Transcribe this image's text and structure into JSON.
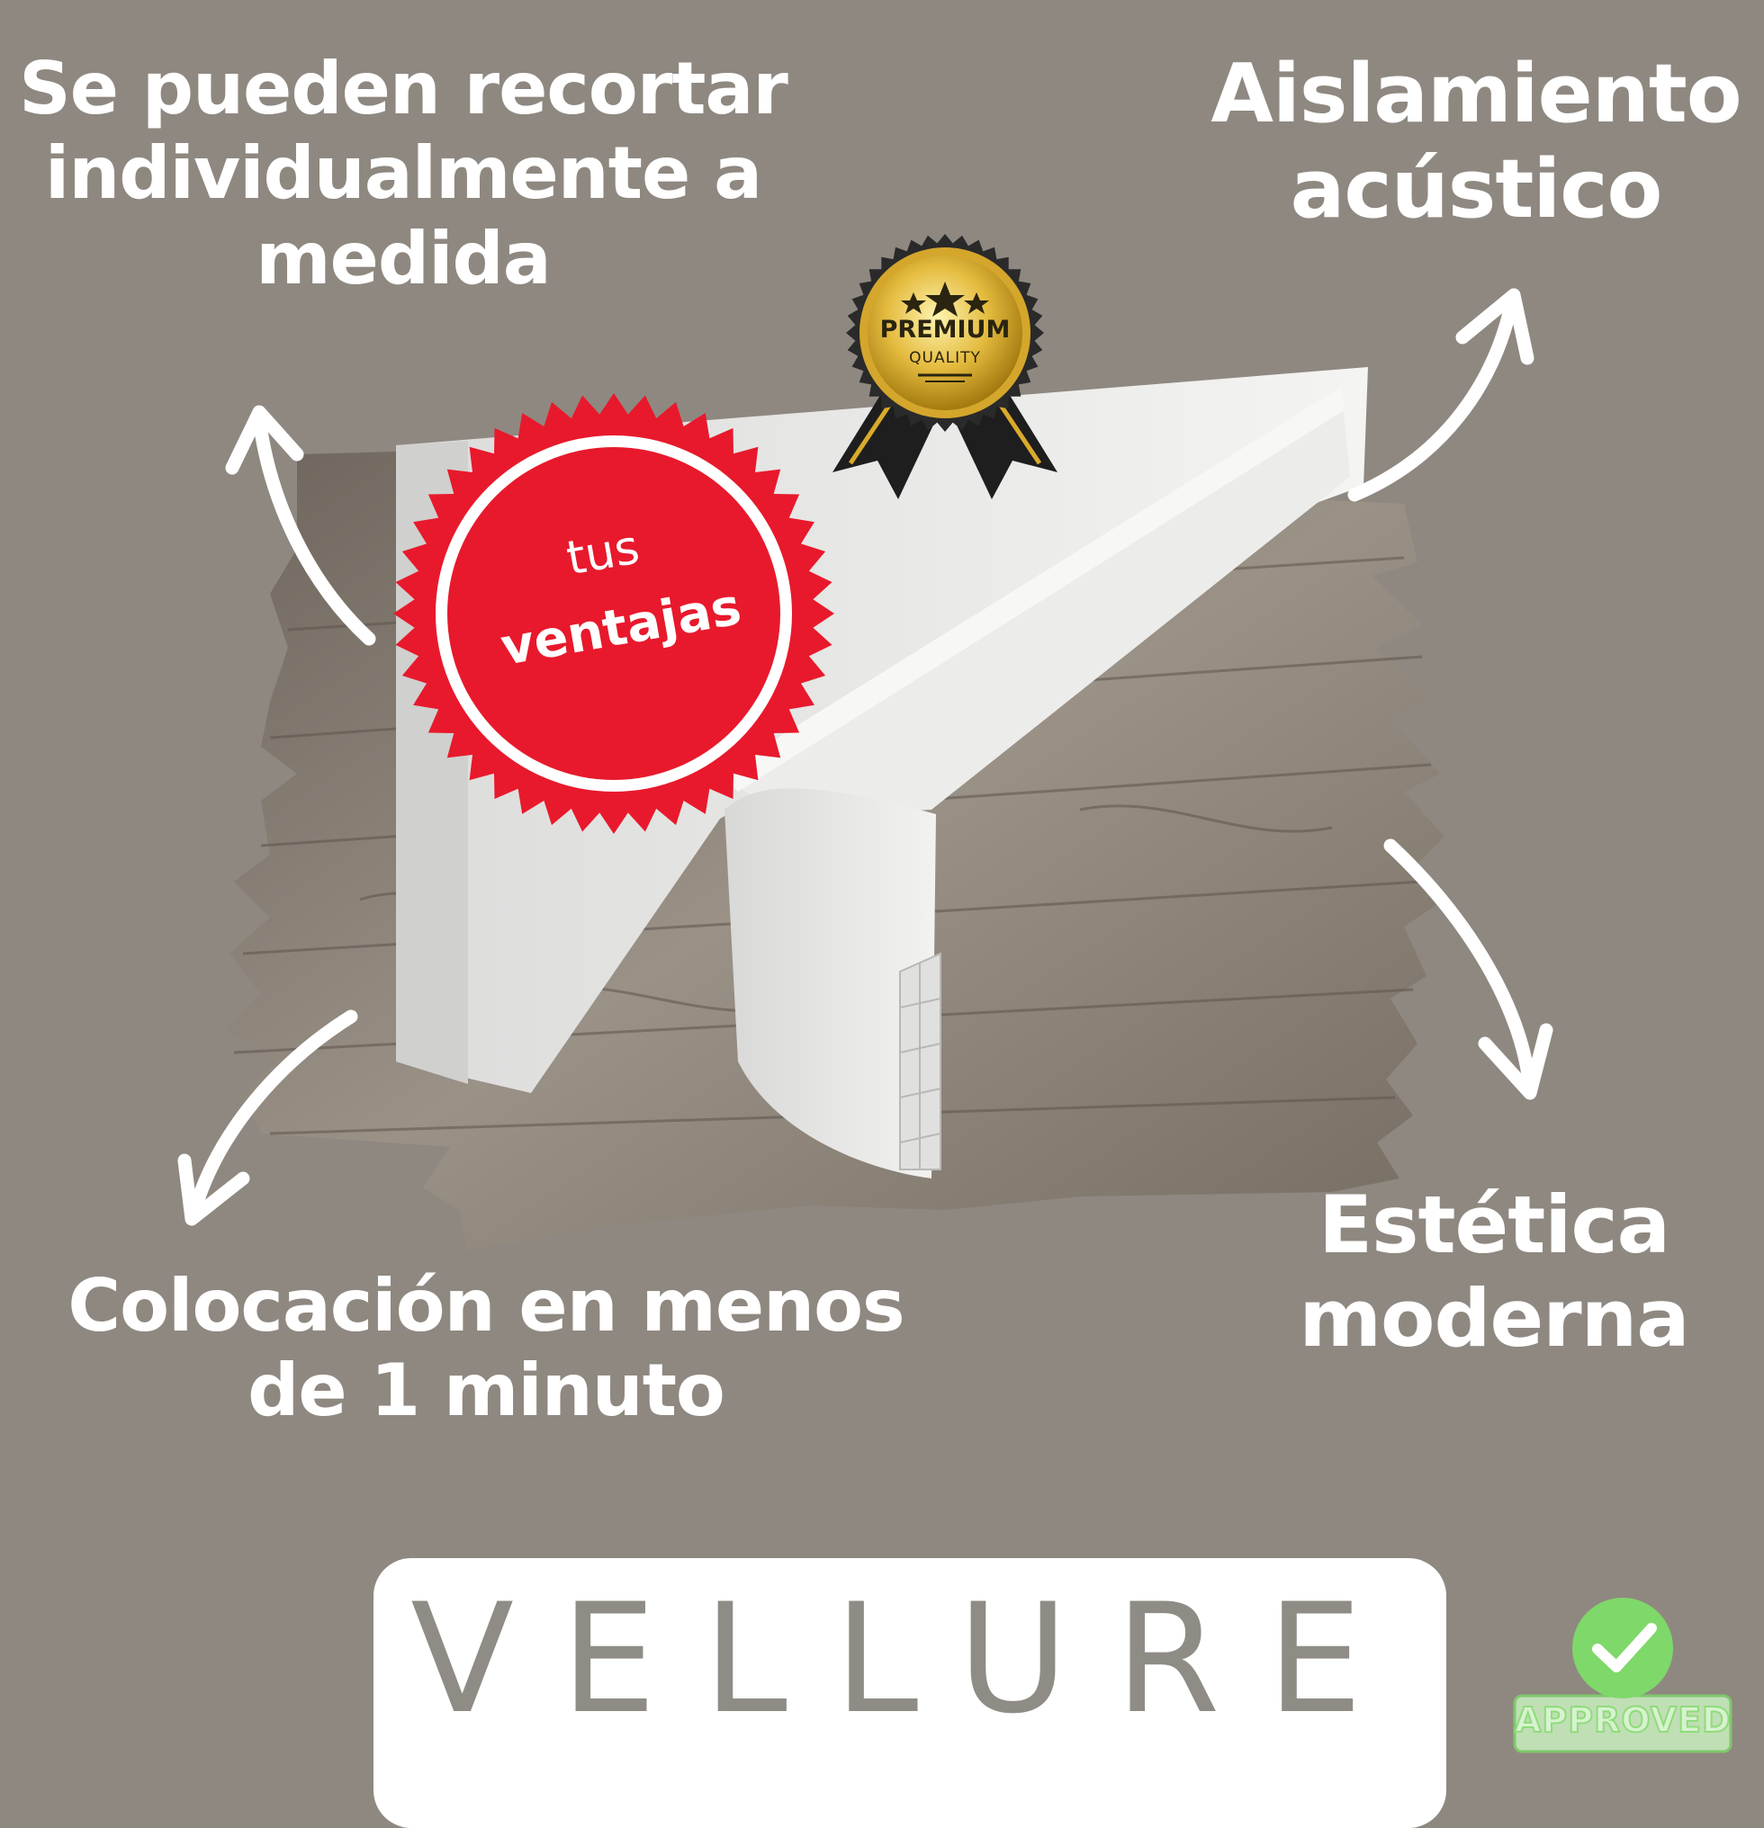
{
  "features": {
    "top_left": "Se pueden recortar individualmente a medida",
    "top_right": "Aislamiento acústico",
    "bottom_left": "Colocación en menos de 1 minuto",
    "bottom_right": "Estética moderna"
  },
  "seal": {
    "line1": "tus",
    "line2": "ventajas",
    "color": "#e8192c"
  },
  "badge": {
    "line1": "PREMIUM",
    "line2": "QUALITY"
  },
  "brand": {
    "logo": "VELLURE"
  },
  "approved": {
    "label": "APPROVED",
    "icon": "check-icon"
  },
  "colors": {
    "background": "#8f8880",
    "text": "#ffffff",
    "logo": "#8f8c86"
  }
}
